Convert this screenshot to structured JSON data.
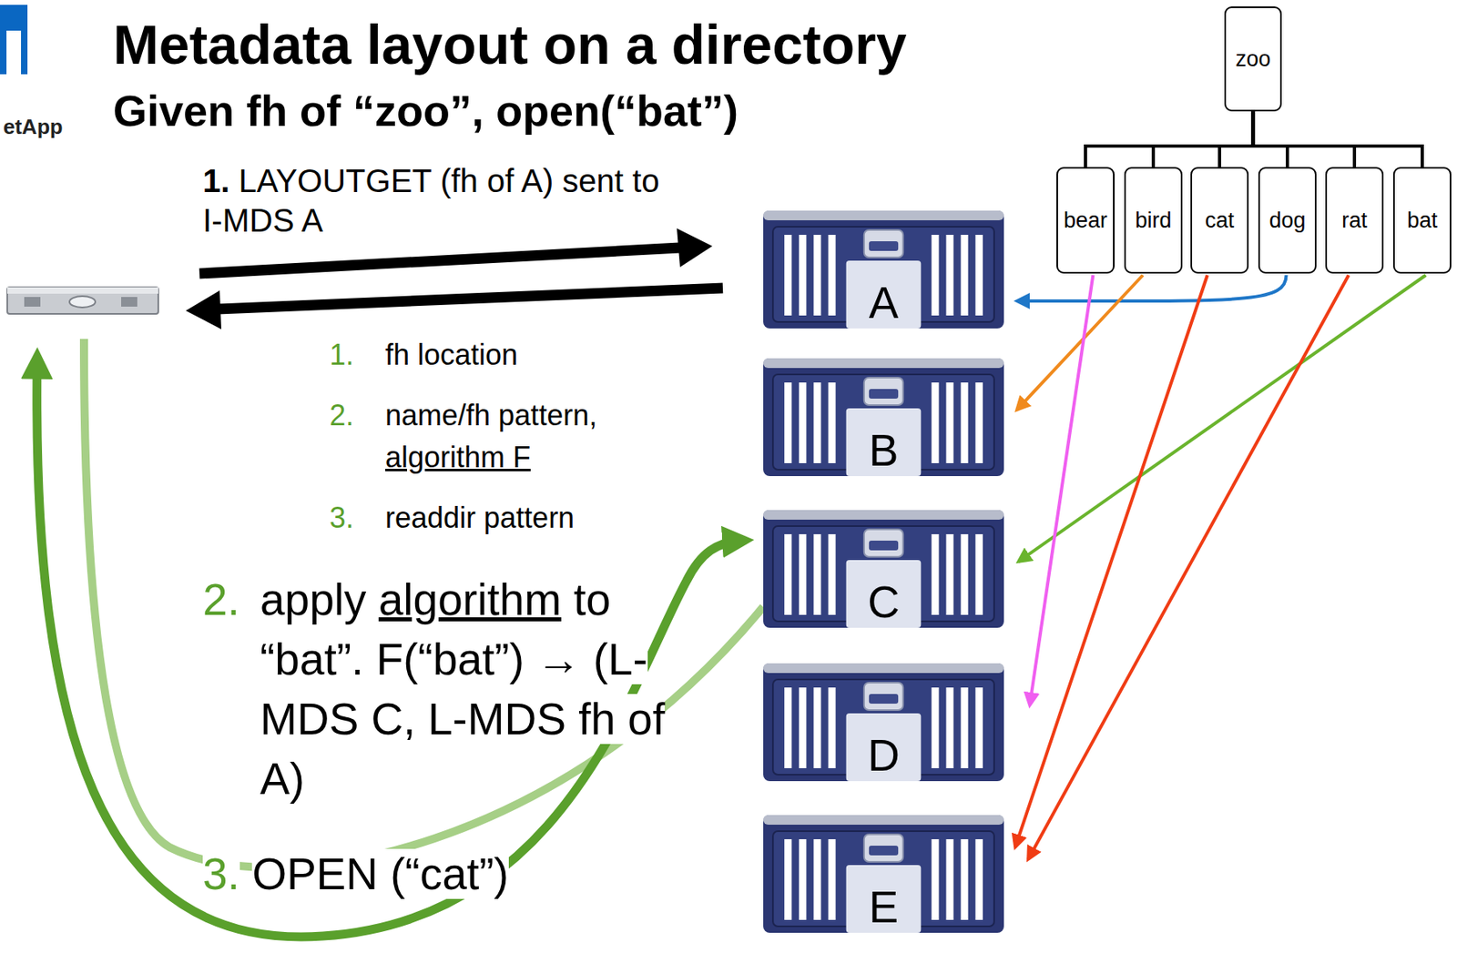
{
  "diagram": {
    "title": "Metadata layout on a directory",
    "nodes": [
      {
        "text": [
          "A"
        ]
      },
      {
        "text": [
          "B"
        ]
      },
      {
        "text": [
          "C"
        ]
      },
      {
        "text": [
          "D"
        ]
      },
      {
        "text": [
          "E"
        ]
      },
      {
        "text": [
          "zoo"
        ]
      },
      {
        "text": [
          "bear"
        ]
      },
      {
        "text": [
          "bird"
        ]
      },
      {
        "text": [
          "cat"
        ]
      },
      {
        "text": [
          "dog"
        ]
      },
      {
        "text": [
          "rat"
        ]
      },
      {
        "text": [
          "bat"
        ]
      }
    ],
    "edges": [
      {
        "from": 5,
        "to": 6,
        "arrow": "none"
      },
      {
        "from": 5,
        "to": 7,
        "arrow": "none"
      },
      {
        "from": 5,
        "to": 8,
        "arrow": "none"
      },
      {
        "from": 5,
        "to": 9,
        "arrow": "none"
      },
      {
        "from": 5,
        "to": 10,
        "arrow": "none"
      },
      {
        "from": 5,
        "to": 11,
        "arrow": "none"
      },
      {
        "from": 9,
        "to": 0,
        "arrow": "to"
      },
      {
        "from": 7,
        "to": 1,
        "arrow": "to"
      },
      {
        "from": 11,
        "to": 2,
        "arrow": "to"
      },
      {
        "from": 6,
        "to": 3,
        "arrow": "to"
      },
      {
        "from": 8,
        "to": 4,
        "arrow": "to"
      },
      {
        "from": 10,
        "to": 4,
        "arrow": "to"
      }
    ],
    "labels": [
      "etApp",
      "Given fh of “zoo”, open(“bat”)",
      "1.",
      "LAYOUTGET (fh of A) sent to I-MDS A",
      "1.",
      "fh location",
      "2.",
      "name/fh pattern,",
      "algorithm F",
      "3.",
      "readdir pattern",
      "2.",
      "apply",
      "algorithm",
      "to “bat”. F(“bat”) → (L-MDS C, L-MDS fh of A)",
      "3.",
      "OPEN (“cat”)"
    ]
  }
}
